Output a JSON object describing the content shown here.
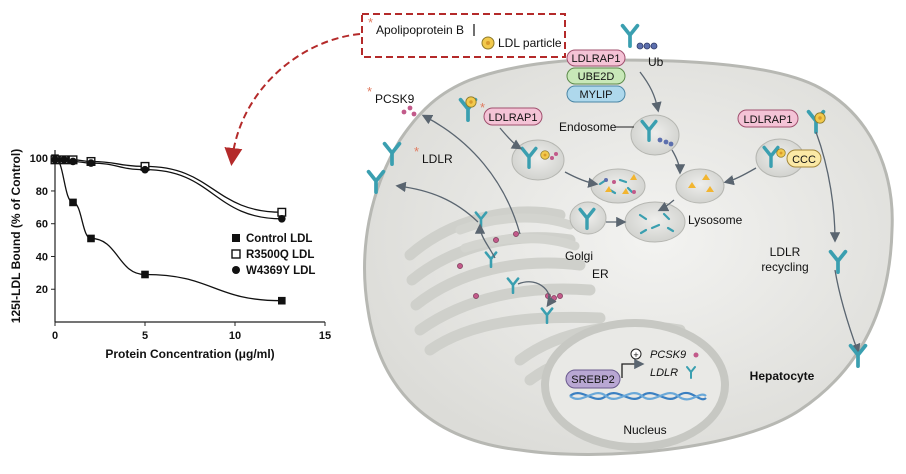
{
  "chart_data": {
    "type": "line",
    "xlabel": "Protein Concentration (μg/ml)",
    "ylabel": "125I-LDL Bound (% of Control)",
    "xlim": [
      0,
      15
    ],
    "ylim": [
      0,
      105
    ],
    "x_ticks": [
      "0",
      "5",
      "10",
      "15"
    ],
    "y_ticks": [
      "20",
      "40",
      "60",
      "80",
      "100"
    ],
    "grid": false,
    "legend_position": "center-right",
    "series": [
      {
        "name": "Control LDL",
        "marker": "filled-square",
        "x": [
          0,
          1,
          2,
          5,
          12.6
        ],
        "y": [
          100,
          73,
          51,
          29,
          13
        ]
      },
      {
        "name": "R3500Q LDL",
        "marker": "open-square",
        "x": [
          0,
          0.5,
          1,
          2,
          5,
          12.6
        ],
        "y": [
          99,
          99,
          99,
          98,
          95,
          67
        ]
      },
      {
        "name": "W4369Y LDL",
        "marker": "filled-circle",
        "x": [
          0,
          0.5,
          1,
          2,
          5,
          12.6
        ],
        "y": [
          99,
          99,
          98,
          97,
          93,
          63
        ]
      }
    ]
  },
  "legend_box": {
    "apo_label": "Apolipoprotein B",
    "ldl_label": "LDL particle"
  },
  "labels": {
    "pcsk9": "PCSK9",
    "ldlr": "LDLR",
    "ub": "Ub",
    "ldlrap1_top": "LDLRAP1",
    "ube2d": "UBE2D",
    "mylip": "MYLIP",
    "ldlrap1_left": "LDLRAP1",
    "ldlrap1_right": "LDLRAP1",
    "endosome": "Endosome",
    "ccc": "CCC",
    "lysosome": "Lysosome",
    "golgi": "Golgi",
    "er": "ER",
    "ldlr_recycling_1": "LDLR",
    "ldlr_recycling_2": "recycling",
    "hepatocyte": "Hepatocyte",
    "srebp2": "SREBP2",
    "plus": "+",
    "gene_pcsk9": "PCSK9",
    "gene_ldlr": "LDLR",
    "nucleus": "Nucleus"
  },
  "colors": {
    "pink_pill": "#f4c3d6",
    "green_pill": "#c8e8b8",
    "blue_pill": "#aed8ec",
    "yellow_pill": "#fbe9a6",
    "purple_pill": "#b9a7d3",
    "receptor": "#3a9fb0",
    "dashed_red": "#b42a2a",
    "star": "#e07a5f"
  }
}
